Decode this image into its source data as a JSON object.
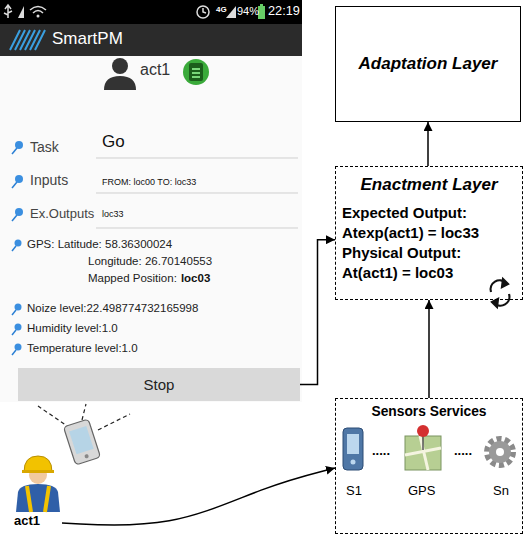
{
  "diagram": {
    "nodes": [
      {
        "text": [
          "4G",
          "94%",
          "22:19",
          "SmartPM",
          "act1",
          "Task",
          "Go",
          "Inputs",
          "FROM: loc00 TO: loc33",
          "Ex.Outputs",
          "loc33",
          "GPS: Latitude: 58.36300024",
          "Longitude: 26.70140553",
          "Mapped Position:",
          "loc03",
          "Noize level:22.498774732165998",
          "Humidity level:1.0",
          "Temperature level:1.0"
        ]
      },
      {
        "text": [
          "Stop"
        ],
        "in": 0
      },
      {
        "text": [
          "Adaptation Layer"
        ]
      },
      {
        "text": [
          "Enactment Layer",
          "Expected Output:",
          "Atexp(act1) = loc33",
          "Physical Output:",
          "At(act1) = loc03"
        ]
      },
      {
        "text": [
          "Sensors Services",
          "S1",
          ".....",
          "GPS",
          ".....",
          "Sn"
        ]
      },
      {
        "text": [
          "act1"
        ]
      }
    ],
    "edges": [
      {
        "from": 1,
        "to": 3,
        "arrow": "to"
      },
      {
        "from": 4,
        "to": 3,
        "arrow": "to"
      },
      {
        "from": 3,
        "to": 2,
        "arrow": "to"
      },
      {
        "from": 5,
        "to": 4,
        "arrow": "to"
      }
    ]
  }
}
